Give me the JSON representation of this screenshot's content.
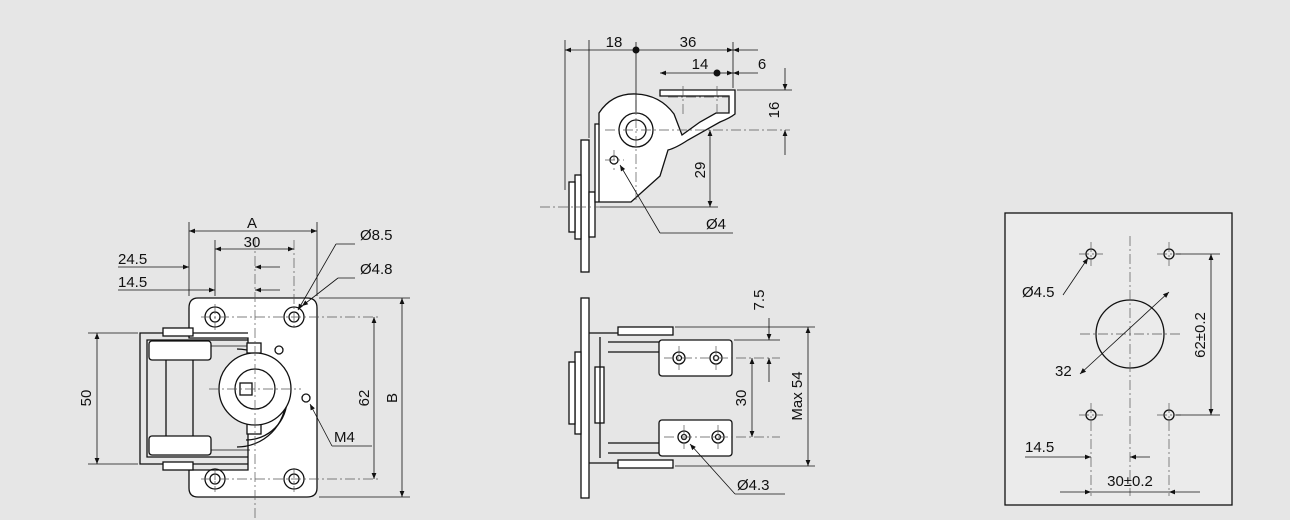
{
  "colors": {
    "background": "#e6e6e6",
    "line": "#111111",
    "part_fill": "#ffffff"
  },
  "front_view": {
    "dim_a": "A",
    "dim_30": "30",
    "dim_24_5": "24.5",
    "dim_14_5": "14.5",
    "dim_d8_5": "Ø8.5",
    "dim_d4_8": "Ø4.8",
    "dim_50": "50",
    "dim_62": "62",
    "dim_b": "B",
    "dim_m4": "M4"
  },
  "side_view": {
    "dim_18": "18",
    "dim_36": "36",
    "dim_14": "14",
    "dim_6": "6",
    "dim_16": "16",
    "dim_29": "29",
    "dim_d4": "Ø4"
  },
  "bottom_view": {
    "dim_7_5": "7.5",
    "dim_30": "30",
    "dim_max54": "Max 54",
    "dim_d4_3": "Ø4.3"
  },
  "cutout": {
    "dim_d4_5": "Ø4.5",
    "dim_32": "32",
    "dim_62": "62±0.2",
    "dim_14_5": "14.5",
    "dim_30": "30±0.2"
  }
}
